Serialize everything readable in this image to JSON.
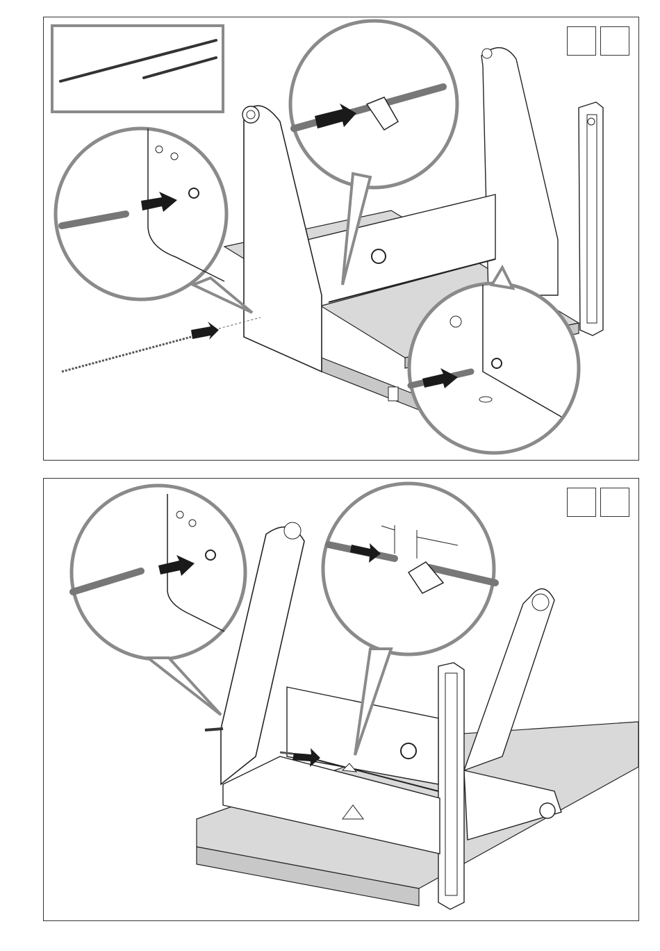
{
  "document": {
    "type": "assembly-instructions",
    "panels": [
      {
        "id": "panel-1",
        "step_boxes": [
          "",
          ""
        ]
      },
      {
        "id": "panel-2",
        "step_boxes": [
          "",
          ""
        ]
      }
    ]
  },
  "colors": {
    "line": "#222222",
    "callout_ring": "#8a8a8a",
    "shelf_face": "#c8c8c8",
    "shelf_top": "#d9d9d9",
    "arrow": "#1a1a1a",
    "rod": "#9a9a9a"
  },
  "icons": [
    "arrow-right-icon",
    "magnify-callout-icon",
    "rod-icon",
    "bracket-icon"
  ]
}
